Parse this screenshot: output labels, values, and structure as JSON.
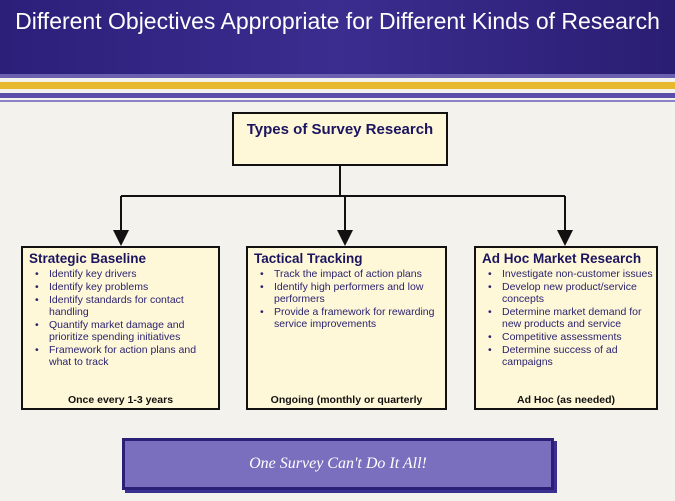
{
  "title": "Different Objectives Appropriate for Different Kinds of Research",
  "root": "Types of Survey Research",
  "cards": [
    {
      "heading": "Strategic Baseline",
      "items": [
        "Identify key drivers",
        "Identify key problems",
        "Identify standards for contact handling",
        "Quantify market damage and prioritize spending initiatives",
        "Framework for action plans and what to track"
      ],
      "footer": "Once every 1-3 years"
    },
    {
      "heading": "Tactical Tracking",
      "items": [
        "Track the impact of action plans",
        "Identify high performers and low performers",
        "Provide a framework for rewarding service improvements"
      ],
      "footer": "Ongoing (monthly  or  quarterly"
    },
    {
      "heading": "Ad Hoc Market Research",
      "items": [
        "Investigate non-customer issues",
        "Develop new product/service concepts",
        "Determine market demand for new products and service",
        "Competitive assessments",
        "Determine success of ad campaigns"
      ],
      "footer": "Ad Hoc (as needed)"
    }
  ],
  "slogan": "One Survey Can't Do It All!"
}
